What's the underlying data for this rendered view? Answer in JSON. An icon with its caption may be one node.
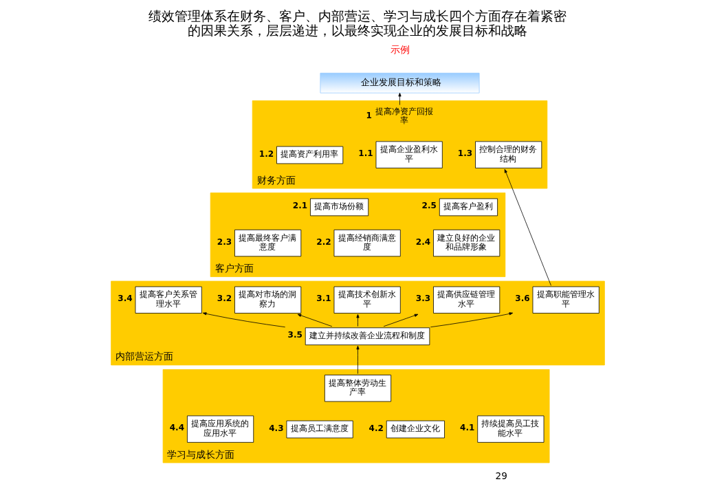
{
  "diagram": {
    "title": "绩效管理体系在财务、客户、内部营运、学习与成长四个方面存在着紧密的因果关系，层层递进，以最终实现企业的发展目标和战略",
    "nodes": [
      {
        "text": [
          "企业发展目标和策略"
        ]
      },
      {
        "text": [
          "财务方面"
        ]
      },
      {
        "text": [
          "提高净资产回报率"
        ],
        "in": 1,
        "beside": [
          "1"
        ]
      },
      {
        "text": [
          "提高企业盈利水平"
        ],
        "in": 1,
        "beside": [
          "1.1"
        ]
      },
      {
        "text": [
          "提高资产利用率"
        ],
        "in": 1,
        "beside": [
          "1.2"
        ]
      },
      {
        "text": [
          "控制合理的财务结构"
        ],
        "in": 1,
        "beside": [
          "1.3"
        ]
      },
      {
        "text": [
          "客户方面"
        ]
      },
      {
        "text": [
          "提高市场份额"
        ],
        "in": 6,
        "beside": [
          "2.1"
        ]
      },
      {
        "text": [
          "提高客户盈利"
        ],
        "in": 6,
        "beside": [
          "2.5"
        ]
      },
      {
        "text": [
          "提高经销商满意度"
        ],
        "in": 6,
        "beside": [
          "2.2"
        ]
      },
      {
        "text": [
          "提高最终客户满意度"
        ],
        "in": 6,
        "beside": [
          "2.3"
        ]
      },
      {
        "text": [
          "建立良好的企业和品牌形象"
        ],
        "in": 6,
        "beside": [
          "2.4"
        ]
      },
      {
        "text": [
          "内部营运方面"
        ]
      },
      {
        "text": [
          "提高技术创新水平"
        ],
        "in": 12,
        "beside": [
          "3.1"
        ]
      },
      {
        "text": [
          "提高对市场的洞察力"
        ],
        "in": 12,
        "beside": [
          "3.2"
        ]
      },
      {
        "text": [
          "提高客户关系管理水平"
        ],
        "in": 12,
        "beside": [
          "3.4"
        ]
      },
      {
        "text": [
          "提高供应链管理水平"
        ],
        "in": 12,
        "beside": [
          "3.3"
        ]
      },
      {
        "text": [
          "提高职能管理水平"
        ],
        "in": 12,
        "beside": [
          "3.6"
        ]
      },
      {
        "text": [
          "建立并持续改善企业流程和制度"
        ],
        "in": 12,
        "beside": [
          "3.5"
        ]
      },
      {
        "text": [
          "学习与成长方面"
        ]
      },
      {
        "text": [
          "提高整体劳动生产率"
        ],
        "in": 19
      },
      {
        "text": [
          "持续提高员工技能水平"
        ],
        "in": 19,
        "beside": [
          "4.1"
        ]
      },
      {
        "text": [
          "创建企业文化"
        ],
        "in": 19,
        "beside": [
          "4.2"
        ]
      },
      {
        "text": [
          "提高员工满意度"
        ],
        "in": 19,
        "beside": [
          "4.3"
        ]
      },
      {
        "text": [
          "提高应用系统的应用水平"
        ],
        "in": 19,
        "beside": [
          "4.4"
        ]
      }
    ],
    "edges": [
      {
        "from": 2,
        "to": 0,
        "arrow": "to"
      },
      {
        "from": 17,
        "to": 5,
        "arrow": "to"
      },
      {
        "from": 18,
        "to": 13,
        "arrow": "to"
      },
      {
        "from": 18,
        "to": 14,
        "arrow": "to"
      },
      {
        "from": 18,
        "to": 15,
        "arrow": "to"
      },
      {
        "from": 18,
        "to": 16,
        "arrow": "to"
      },
      {
        "from": 18,
        "to": 17,
        "arrow": "to"
      },
      {
        "from": 20,
        "to": 18,
        "arrow": "to"
      }
    ],
    "labels": [
      "示例",
      "29"
    ]
  }
}
